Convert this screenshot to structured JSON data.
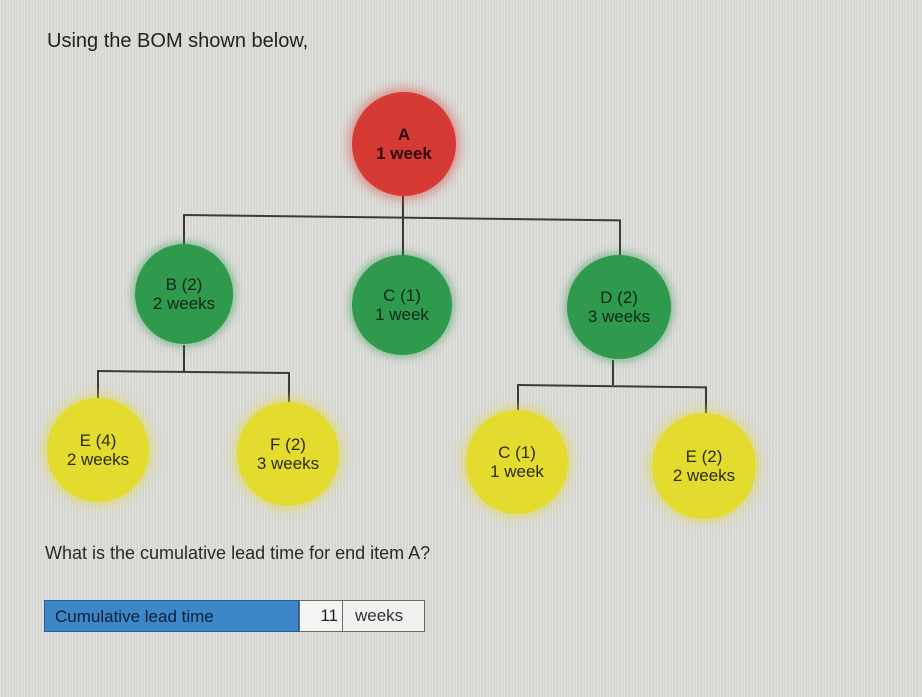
{
  "intro": "Using the BOM shown below,",
  "bom": {
    "root": {
      "name": "A",
      "lead_time": "1 week",
      "color": "#d63a34"
    },
    "level1": [
      {
        "name": "B (2)",
        "lead_time": "2 weeks",
        "color": "#2f9a4e"
      },
      {
        "name": "C (1)",
        "lead_time": "1 week",
        "color": "#2f9a4e"
      },
      {
        "name": "D (2)",
        "lead_time": "3 weeks",
        "color": "#2f9a4e"
      }
    ],
    "level2": [
      {
        "parent": "B",
        "name": "E (4)",
        "lead_time": "2 weeks",
        "color": "#e3dc2e"
      },
      {
        "parent": "B",
        "name": "F (2)",
        "lead_time": "3 weeks",
        "color": "#e3dc2e"
      },
      {
        "parent": "D",
        "name": "C (1)",
        "lead_time": "1 week",
        "color": "#e3dc2e"
      },
      {
        "parent": "D",
        "name": "E (2)",
        "lead_time": "2 weeks",
        "color": "#e3dc2e"
      }
    ]
  },
  "question": "What is the cumulative lead time for end item A?",
  "answer": {
    "label": "Cumulative lead time",
    "value": "11",
    "unit": "weeks",
    "label_color": "#3d86c8"
  }
}
